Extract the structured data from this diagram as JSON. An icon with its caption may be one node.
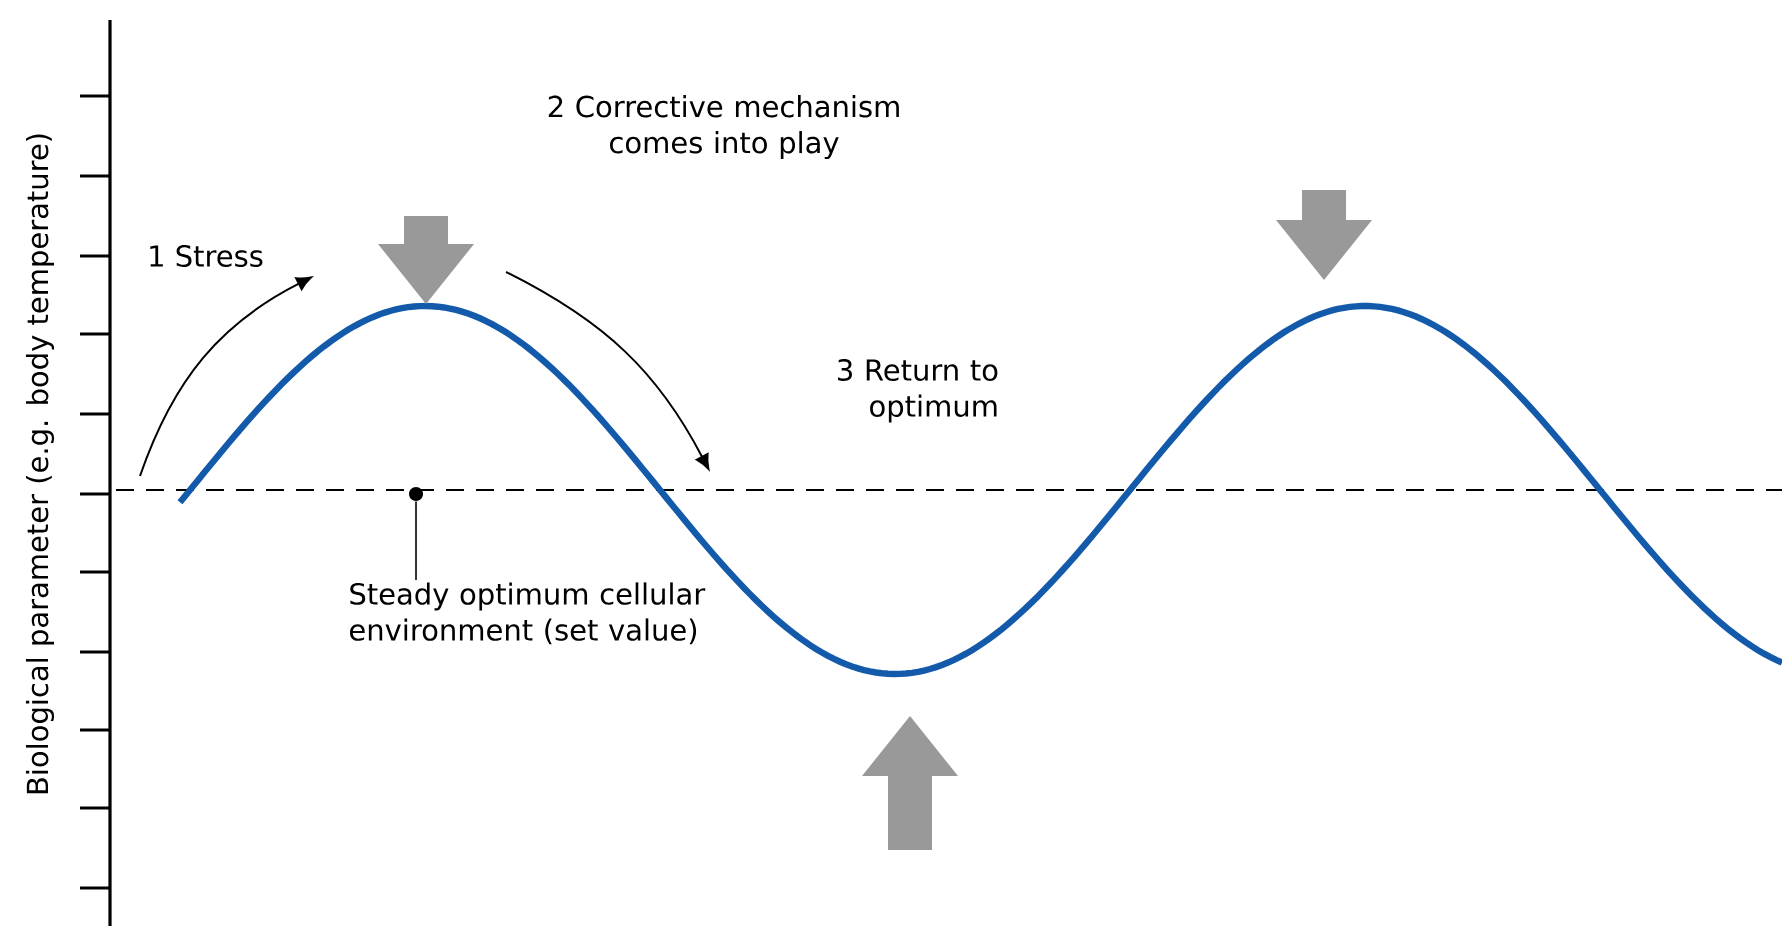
{
  "diagram": {
    "nodes": [
      {
        "text": [
          "Steady optimum cellular environment (set value)"
        ]
      },
      {
        "text": [],
        "shape": "circle"
      }
    ],
    "edges": [
      {
        "from": 0,
        "to": 1,
        "arrow": "none"
      }
    ],
    "labels": [
      "Biological parameter (e.g. body temperature)",
      "1 Stress",
      "2 Corrective mechanism comes into play",
      "3 Return to optimum"
    ]
  }
}
